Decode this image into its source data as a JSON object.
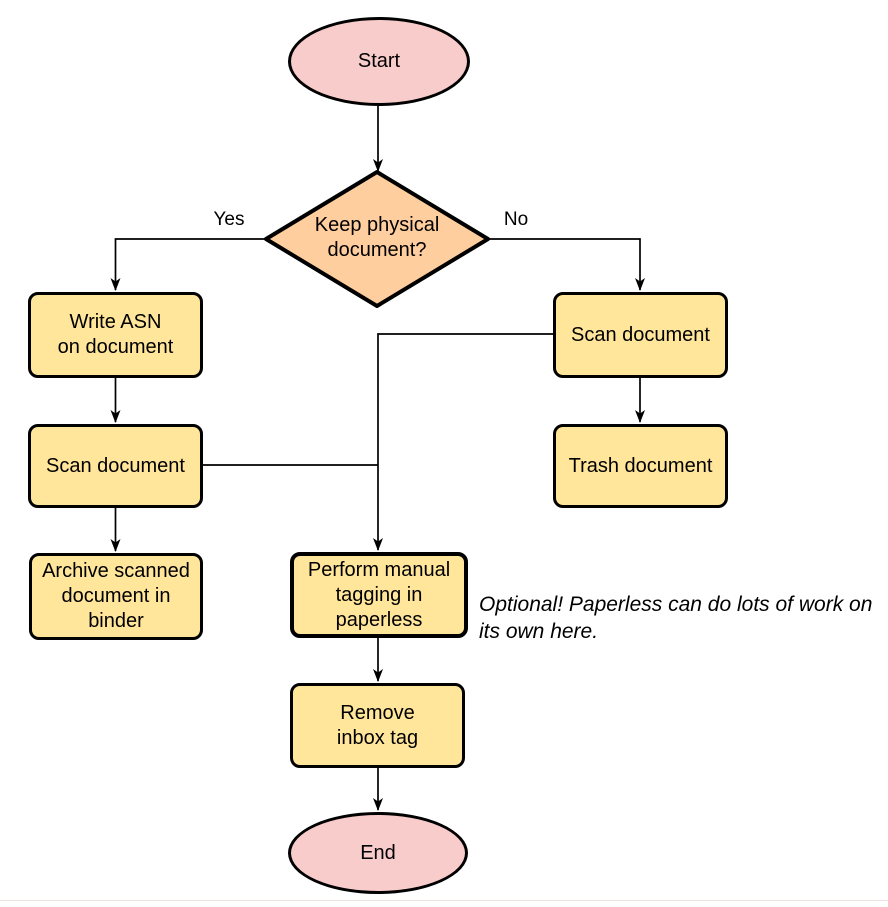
{
  "colors": {
    "terminal_fill": "#F8CCCB",
    "decision_fill": "#FFCE9E",
    "process_fill": "#FFE69B",
    "stroke": "#000000",
    "page_bottom_border": "#F1E2E2"
  },
  "diagram": {
    "type": "flowchart",
    "nodes": {
      "start": {
        "label": "Start",
        "shape": "terminal"
      },
      "decision": {
        "label": "Keep physical\ndocument?",
        "shape": "decision"
      },
      "write_asn": {
        "label": "Write ASN\non document",
        "shape": "process"
      },
      "scan_left": {
        "label": "Scan document",
        "shape": "process"
      },
      "archive": {
        "label": "Archive scanned\ndocument in\nbinder",
        "shape": "process"
      },
      "scan_right": {
        "label": "Scan document",
        "shape": "process"
      },
      "trash": {
        "label": "Trash document",
        "shape": "process"
      },
      "perform_tagging": {
        "label": "Perform manual\ntagging in\npaperless",
        "shape": "process"
      },
      "remove_inbox": {
        "label": "Remove\ninbox tag",
        "shape": "process"
      },
      "end": {
        "label": "End",
        "shape": "terminal"
      }
    },
    "edge_labels": {
      "yes": "Yes",
      "no": "No"
    },
    "edges": [
      {
        "from": "start",
        "to": "decision",
        "label": ""
      },
      {
        "from": "decision",
        "to": "write_asn",
        "label": "Yes"
      },
      {
        "from": "decision",
        "to": "scan_right",
        "label": "No"
      },
      {
        "from": "write_asn",
        "to": "scan_left",
        "label": ""
      },
      {
        "from": "scan_left",
        "to": "archive",
        "label": ""
      },
      {
        "from": "scan_left",
        "to": "perform_tagging",
        "label": ""
      },
      {
        "from": "scan_right",
        "to": "trash",
        "label": ""
      },
      {
        "from": "scan_right",
        "to": "perform_tagging",
        "label": ""
      },
      {
        "from": "perform_tagging",
        "to": "remove_inbox",
        "label": ""
      },
      {
        "from": "remove_inbox",
        "to": "end",
        "label": ""
      }
    ],
    "annotation": "Optional! Paperless can do lots of work on\nits own here."
  }
}
